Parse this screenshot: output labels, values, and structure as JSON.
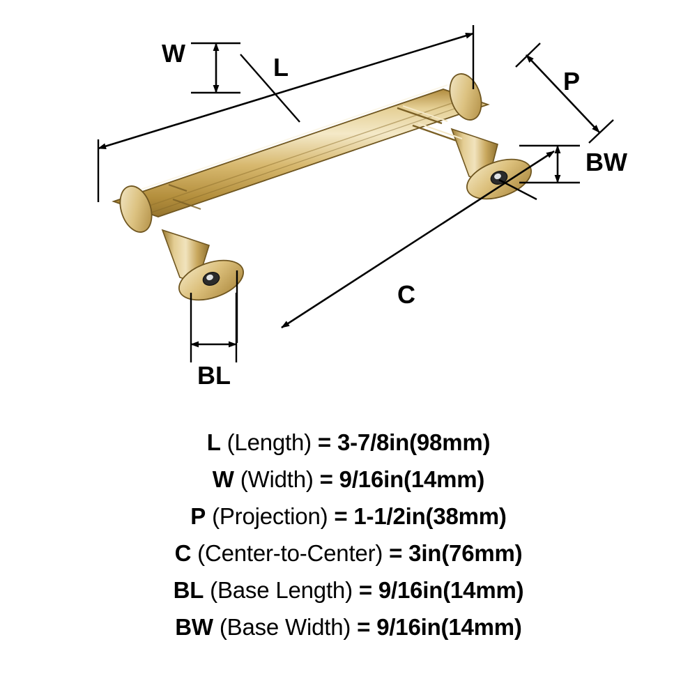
{
  "diagram": {
    "title": "cabinet-bar-pull-dimension-diagram",
    "product_color": "#d4b063",
    "line_color": "#000000",
    "dimension_labels": [
      {
        "key": "W",
        "text": "W"
      },
      {
        "key": "L",
        "text": "L"
      },
      {
        "key": "P",
        "text": "P"
      },
      {
        "key": "BW",
        "text": "BW"
      },
      {
        "key": "C",
        "text": "C"
      },
      {
        "key": "BL",
        "text": "BL"
      }
    ]
  },
  "specs": [
    {
      "code": "L",
      "name": "(Length)",
      "eq": "=",
      "value": "3-7/8in(98mm)"
    },
    {
      "code": "W",
      "name": "(Width)",
      "eq": "=",
      "value": "9/16in(14mm)"
    },
    {
      "code": "P",
      "name": "(Projection)",
      "eq": "=",
      "value": "1-1/2in(38mm)"
    },
    {
      "code": "C",
      "name": "(Center-to-Center)",
      "eq": "=",
      "value": "3in(76mm)"
    },
    {
      "code": "BL",
      "name": "(Base Length)",
      "eq": "=",
      "value": "9/16in(14mm)"
    },
    {
      "code": "BW",
      "name": "(Base Width)",
      "eq": "=",
      "value": "9/16in(14mm)"
    }
  ]
}
